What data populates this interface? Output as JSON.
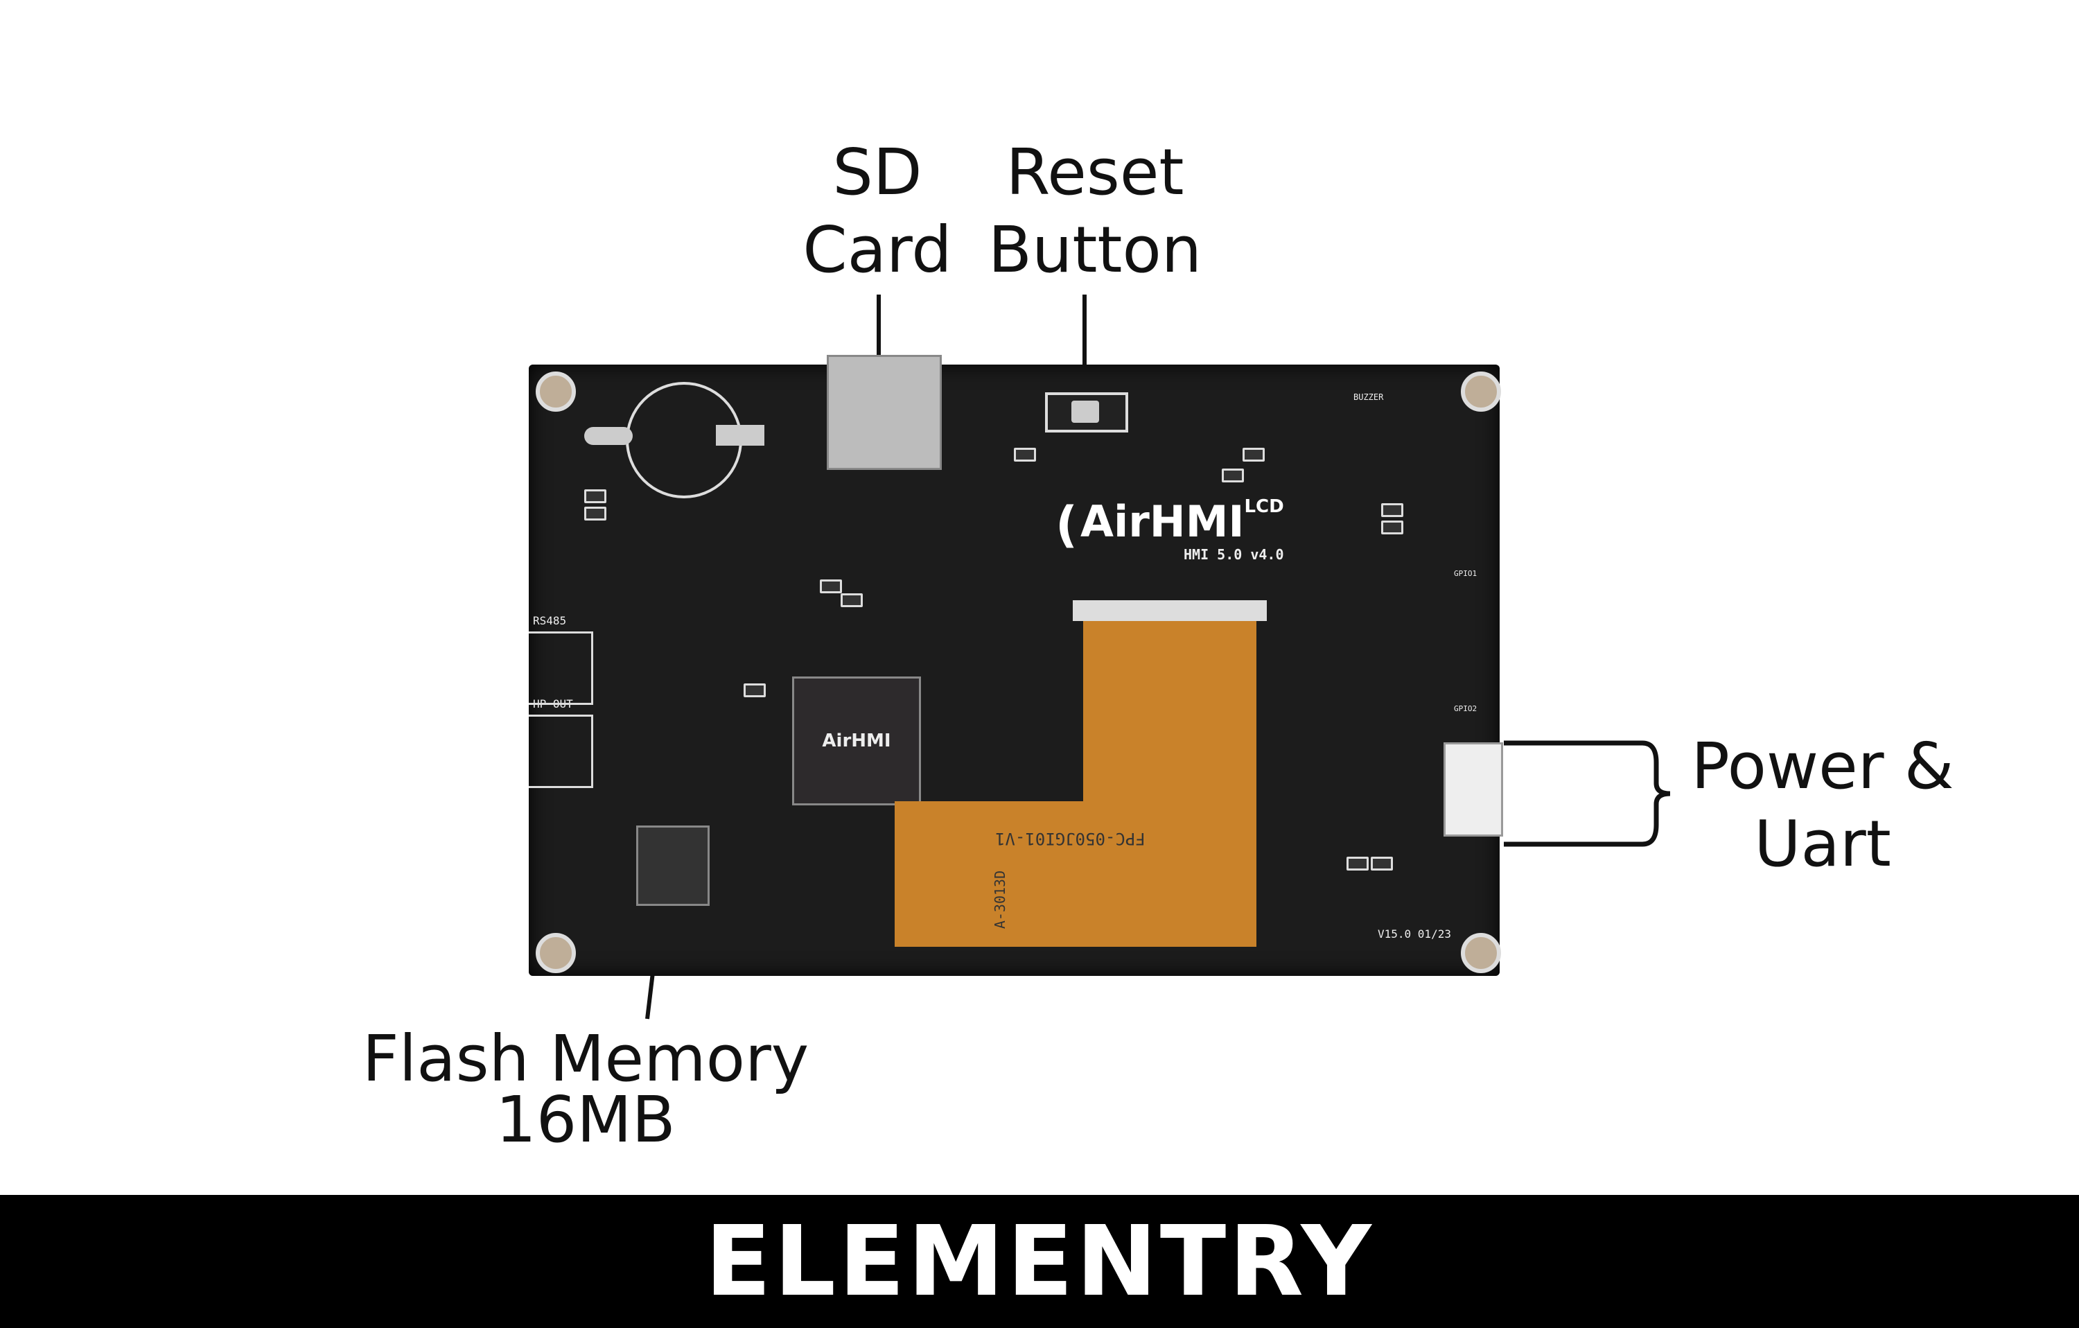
{
  "labels": {
    "sd_card": [
      "SD",
      "Card"
    ],
    "reset_button": [
      "Reset",
      "Button"
    ],
    "power_uart": [
      "Power &",
      "Uart"
    ],
    "flash_memory": [
      "Flash Memory",
      "16MB"
    ]
  },
  "board": {
    "logo": "AirHMI",
    "logo_sup": "LCD",
    "model": "HMI 5.0 v4.0",
    "chip_logo": "AirHMI",
    "silk": {
      "rs485": "RS485",
      "hp_out": "HP OUT",
      "fpc": "FPC-050JGI01-V1",
      "fpc_code": "A-3013D",
      "version": "V15.0 01/23",
      "buzzer": "BUZZER",
      "gpio1": "GPIO1",
      "gpio2": "GPIO2"
    }
  },
  "footer": {
    "brand": "ELEMENTRY"
  },
  "colors": {
    "pcb": "#1c1c1c",
    "fpc": "#c9822a",
    "footer": "#000000"
  }
}
